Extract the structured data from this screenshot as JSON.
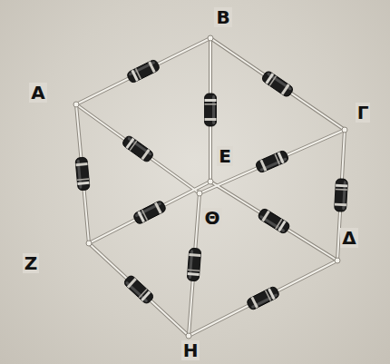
{
  "diagram": {
    "labels": [
      "Α",
      "Β",
      "Γ",
      "Ε",
      "Θ",
      "Ζ",
      "Δ",
      "Η"
    ]
  }
}
